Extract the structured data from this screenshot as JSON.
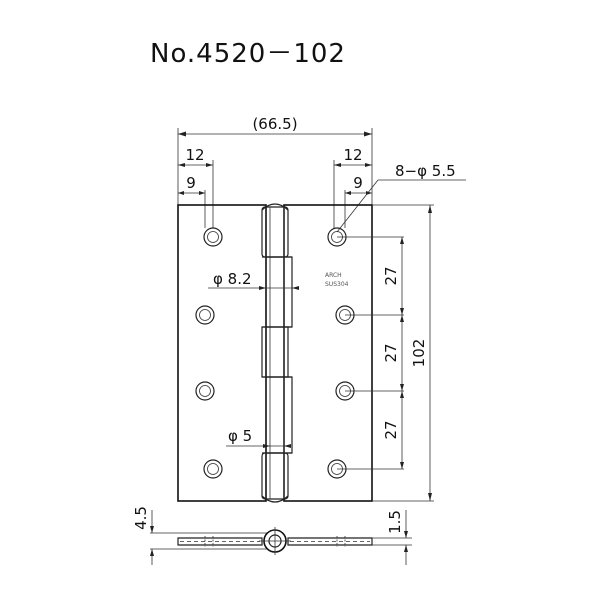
{
  "title": "No.4520－102",
  "dimensions": {
    "overall_width": "(66.5)",
    "left_12": "12",
    "left_9": "9",
    "right_12": "12",
    "right_9": "9",
    "holes_callout": "8−φ 5.5",
    "knuckle_dia": "φ 8.2",
    "pin_dia": "φ 5",
    "pitch_1": "27",
    "pitch_2": "27",
    "pitch_3": "27",
    "height": "102",
    "thickness_total": "4.5",
    "plate_thickness": "1.5"
  },
  "stamp": {
    "line1": "ARCH",
    "line2": "SUS304"
  }
}
